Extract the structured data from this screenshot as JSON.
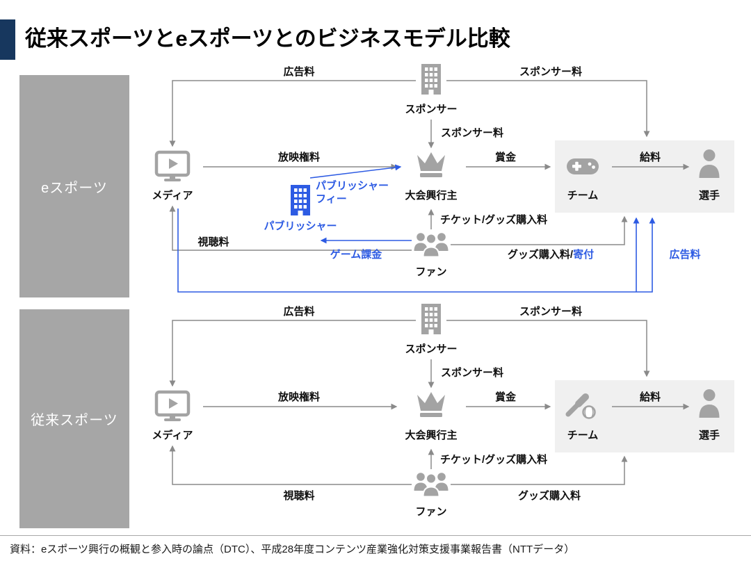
{
  "title": "従来スポーツとeスポーツとのビジネスモデル比較",
  "source": "資料：eスポーツ興行の概観と参入時の論点（DTC）、平成28年度コンテンツ産業強化対策支援事業報告書（NTTデータ）",
  "colors": {
    "navy": "#17375e",
    "panel_gray": "#a6a6a6",
    "icon_gray": "#a3a3a3",
    "arrow_gray": "#8a8a8a",
    "accent_blue": "#2d5be3",
    "team_box": "#f0f0f0"
  },
  "icons": {
    "sponsor": "building-icon",
    "media": "tv-play-icon",
    "organizer": "crown-icon",
    "team_esports": "gamepad-icon",
    "team_traditional": "baseball-bat-ball-icon",
    "player": "person-icon",
    "fan": "people-group-icon",
    "publisher": "building-icon"
  },
  "panels": {
    "esports": {
      "label": "eスポーツ",
      "nodes": {
        "sponsor": "スポンサー",
        "media": "メディア",
        "organizer": "大会興行主",
        "team": "チーム",
        "player": "選手",
        "fan": "ファン",
        "publisher": "パブリッシャー"
      },
      "flows": {
        "ad_fee": "広告料",
        "sponsor_fee_top": "スポンサー料",
        "sponsor_fee": "スポンサー料",
        "broadcast_fee": "放映権料",
        "prize": "賞金",
        "salary": "給料",
        "ticket_goods": "チケット/グッズ購入料",
        "viewing_fee": "視聴料",
        "publisher_fee_1": "パブリッシャー",
        "publisher_fee_2": "フィー",
        "game_fee": "ゲーム課金",
        "goods_fee": "グッズ購入料/",
        "donation": "寄付",
        "media_ad_fee": "広告料"
      }
    },
    "traditional": {
      "label": "従来スポーツ",
      "nodes": {
        "sponsor": "スポンサー",
        "media": "メディア",
        "organizer": "大会興行主",
        "team": "チーム",
        "player": "選手",
        "fan": "ファン"
      },
      "flows": {
        "ad_fee": "広告料",
        "sponsor_fee_top": "スポンサー料",
        "sponsor_fee": "スポンサー料",
        "broadcast_fee": "放映権料",
        "prize": "賞金",
        "salary": "給料",
        "ticket_goods": "チケット/グッズ購入料",
        "viewing_fee": "視聴料",
        "goods_fee": "グッズ購入料"
      }
    }
  }
}
